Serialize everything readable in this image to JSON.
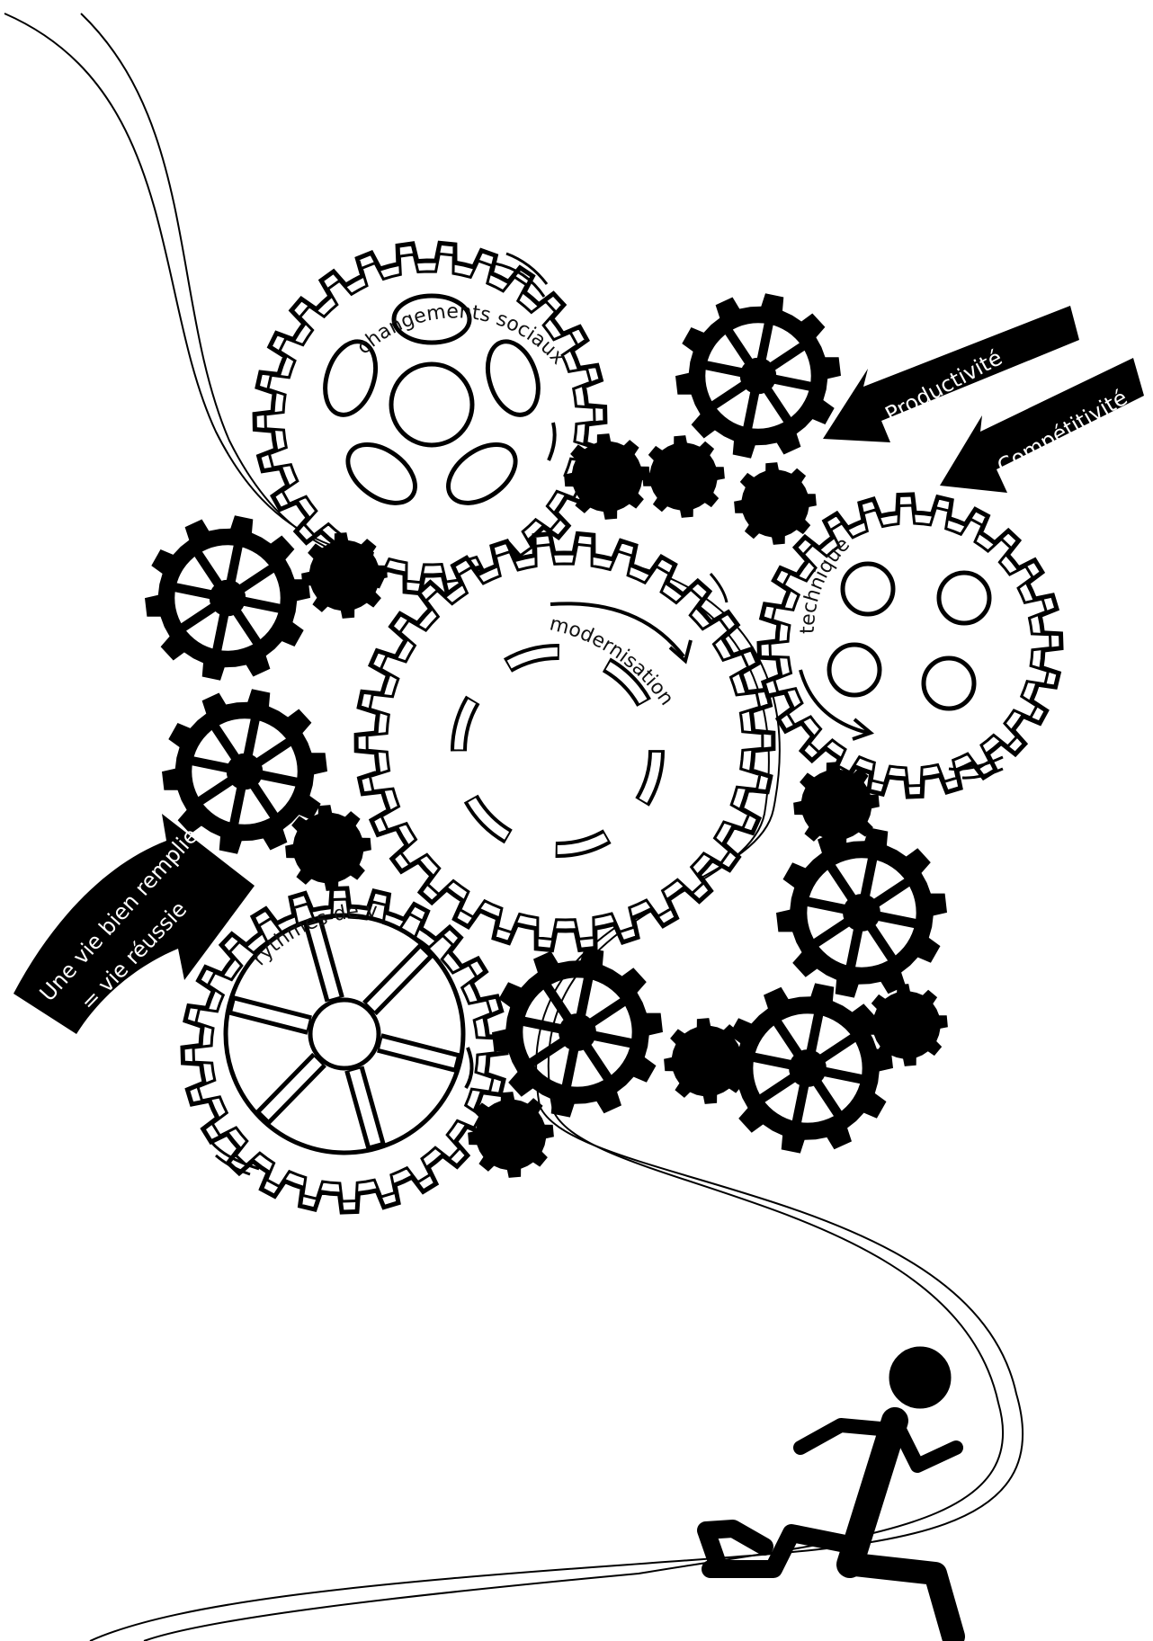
{
  "labels": {
    "social": "changements sociaux",
    "modern": "modernisation",
    "technique": "technique",
    "rythmes": "rythmes de vie"
  },
  "arrows": {
    "productivite": "Productivité",
    "competitivite": "Compétitivité",
    "vie_line1": "Une vie bien remplie",
    "vie_line2": "= vie réussie"
  },
  "colors": {
    "ink": "#000000",
    "paper": "#ffffff"
  }
}
